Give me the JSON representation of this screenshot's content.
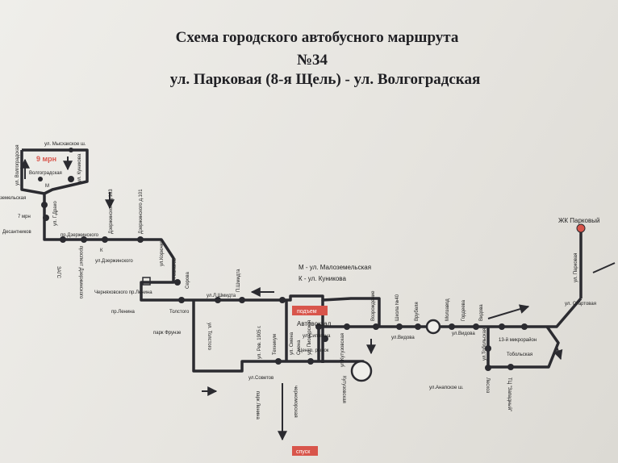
{
  "title": {
    "line1": "Схема городского автобусного маршрута",
    "line2": "№34",
    "line3": "ул. Парковая (8-я Щель) - ул. Волгоградская"
  },
  "legend": {
    "m": "М - ул. Малоземельская",
    "k": "К - ул. Куникова"
  },
  "stops": {
    "mysxako": "ул. Мысхакское ш.",
    "volgogradskaya_st": "ул. Волгоградская",
    "mrn9": "9 мрн",
    "volgogradskaya": "Волгоградская",
    "kunikova": "ул. Куникова",
    "m": "М",
    "zemelskaya": "земельская",
    "gdrakon": "ул. Г.Драко",
    "mrn7": "7 мрн",
    "desantnikov": "Десантников",
    "zags": "ЗАГС",
    "pr_dzerzh1": "пр.Дзержинского",
    "prospekt_dzerzh": "проспект Дзержинского",
    "k": "К",
    "dzerzh163": "Дзержинского д.163",
    "dzerzh101": "Дзержинского д.101",
    "ul_dzerzh": "ул.Дзержинского",
    "ul_koryuchko": "ул.Корючко",
    "geolog": "Геологов",
    "cherny_pr": "Черняховского пр.Ленина",
    "pr_lenina": "пр.Ленина",
    "serova": "Серова",
    "ul_shmidta": "ул.Л.Шмидта",
    "p_shmidta": "П.Шмидта",
    "tolstogo": "Толстого",
    "park_frunze": "парк Фрунзе",
    "ul_tolstogo": "ул. Толстого",
    "rev1905": "ул. Рев. 1905 г.",
    "tehnikum": "Техникум",
    "ul_smena": "ул. Смена",
    "smena": "Смена",
    "podem": "подъем",
    "avtovokzal": "Автовокзал",
    "ul_sipyagina": "ул.Сипягина",
    "tsentr_rynok": "Центр. рынок",
    "ul_sovetov": "ул.Советов",
    "park_lenina": "парк Ленина",
    "chernomorskaya": "черноморская",
    "ul_pionerskaya": "ул. Пионерская",
    "spusk": "спуск",
    "kutuzovskaya": "Кутузовская",
    "ul_kutuzovskaya": "ул.Кутузовская",
    "vozrozhdenie": "Возрождение",
    "shkola40": "Школа №40",
    "ul_vidova": "ул.Видова",
    "vrubelya": "Врубеля",
    "molzavod": "Молзавод",
    "ul_vidova2": "ул.Видова",
    "gordeeva": "Гордеева",
    "vidova": "Видова",
    "mkr13": "13-й микрорайон",
    "tobolskaya": "Тобольская",
    "ul_tobolskaya": "ул.Тобольская",
    "ul_anapskoe": "ул.Анапское ш.",
    "leskoz": "Лесхоз",
    "tts": "ТЦ \"Западный\"",
    "ul_startovaya": "ул. Стартовая",
    "ul_parkovaya": "ул. Парковая",
    "zhk": "ЖК Парковый"
  },
  "colors": {
    "route": "#2b2b30",
    "accent": "#d8554b",
    "text": "#222222"
  }
}
